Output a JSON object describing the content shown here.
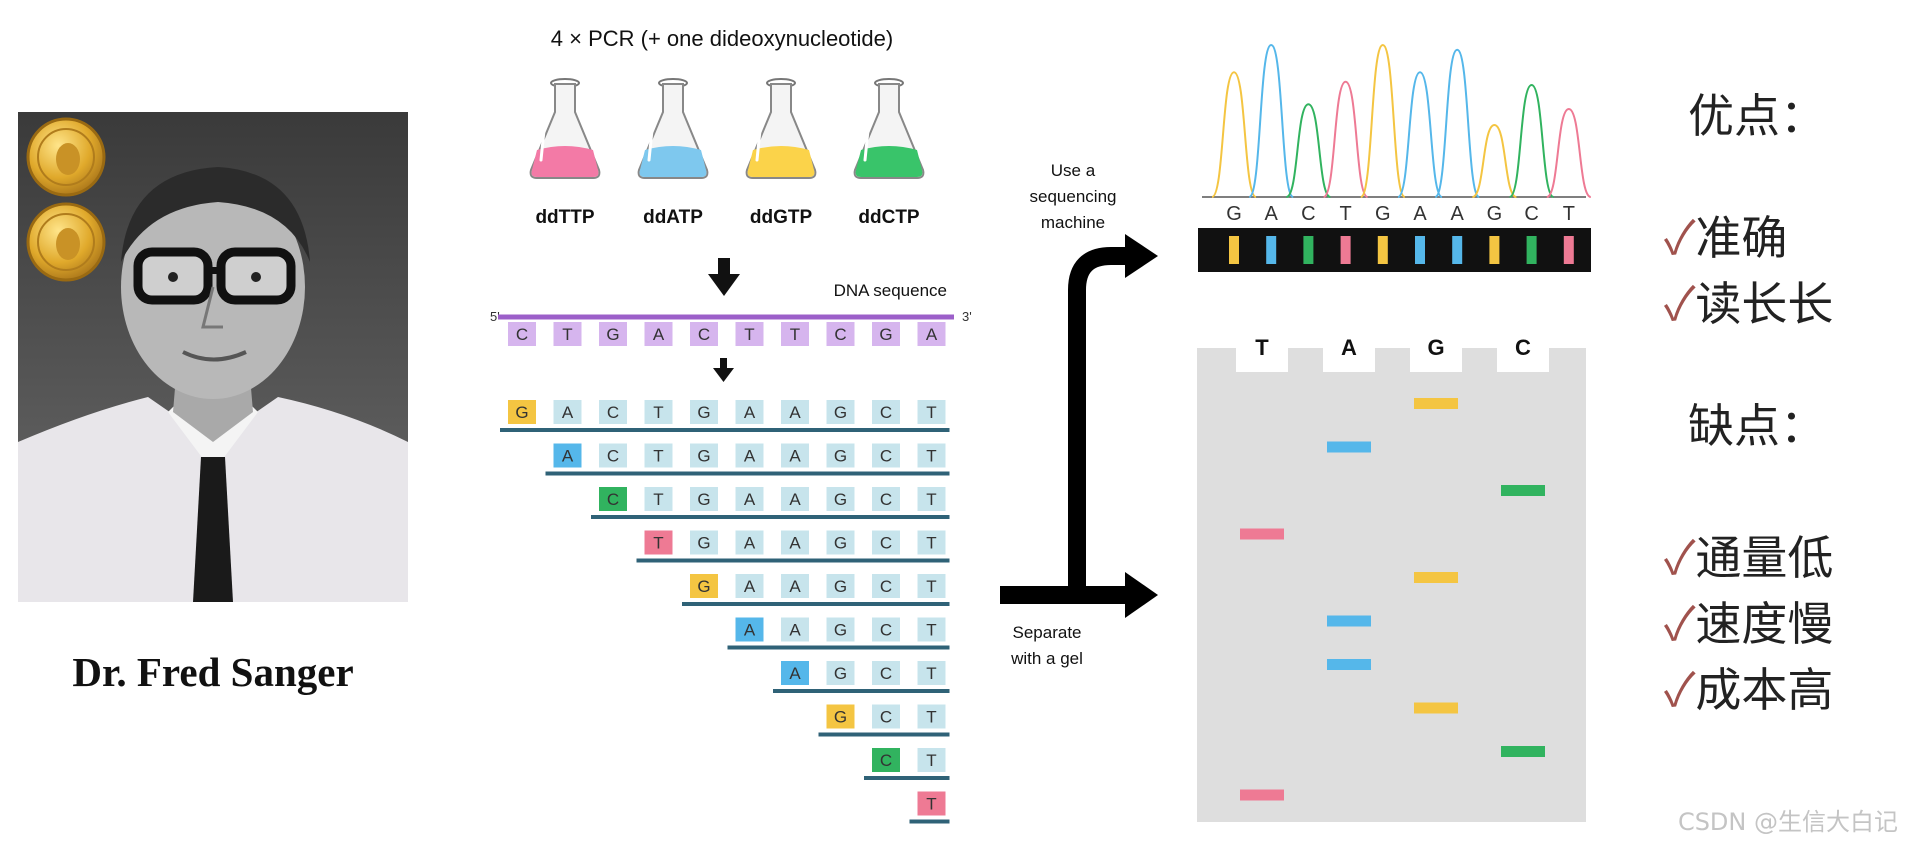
{
  "photo": {
    "caption": "Dr. Fred Sanger",
    "medals": 2
  },
  "pcr": {
    "title": "4 × PCR (+ one dideoxynucleotide)",
    "flasks": [
      {
        "label": "ddTTP",
        "color": "#f37aa6"
      },
      {
        "label": "ddATP",
        "color": "#7ec8ee"
      },
      {
        "label": "ddGTP",
        "color": "#fbd34a"
      },
      {
        "label": "ddCTP",
        "color": "#39c46a"
      }
    ]
  },
  "dna": {
    "label": "DNA sequence",
    "five_prime": "5'",
    "three_prime": "3'",
    "template": [
      "C",
      "T",
      "G",
      "A",
      "C",
      "T",
      "T",
      "C",
      "G",
      "A"
    ],
    "fragments": [
      "GACTGAAGCT",
      "ACTGAAGCT",
      "CTGAAGCT",
      "TGAAGCT",
      "GAAGCT",
      "AAGCT",
      "AGCT",
      "GCT",
      "CT",
      "T"
    ]
  },
  "colors": {
    "G": "#f4c542",
    "A": "#55b7ea",
    "C": "#31b35f",
    "T": "#ee7a94",
    "template": "#d6b5ee",
    "fragment": "#c7e4ec",
    "strand": "#2f6277",
    "template_strand": "#9c5fc9",
    "check": "#a0524d"
  },
  "arrows": {
    "top_label_lines": [
      "Use a",
      "sequencing",
      "machine"
    ],
    "bottom_label_lines": [
      "Separate",
      "with a gel"
    ]
  },
  "chromatogram": {
    "bases": [
      "G",
      "A",
      "C",
      "T",
      "G",
      "A",
      "A",
      "G",
      "C",
      "T"
    ],
    "peak_heights": [
      0.78,
      0.95,
      0.58,
      0.72,
      0.95,
      0.78,
      0.92,
      0.45,
      0.7,
      0.55
    ]
  },
  "gel": {
    "lanes": [
      "T",
      "A",
      "G",
      "C"
    ],
    "bands_top_to_bottom": [
      "G",
      "A",
      "C",
      "T",
      "G",
      "A",
      "A",
      "G",
      "C",
      "T"
    ]
  },
  "pros": {
    "title": "优点：",
    "items": [
      "准确",
      "读长长"
    ]
  },
  "cons": {
    "title": "缺点：",
    "items": [
      "通量低",
      "速度慢",
      "成本高"
    ]
  },
  "check_mark": "✓",
  "watermark": "CSDN @生信大白记"
}
